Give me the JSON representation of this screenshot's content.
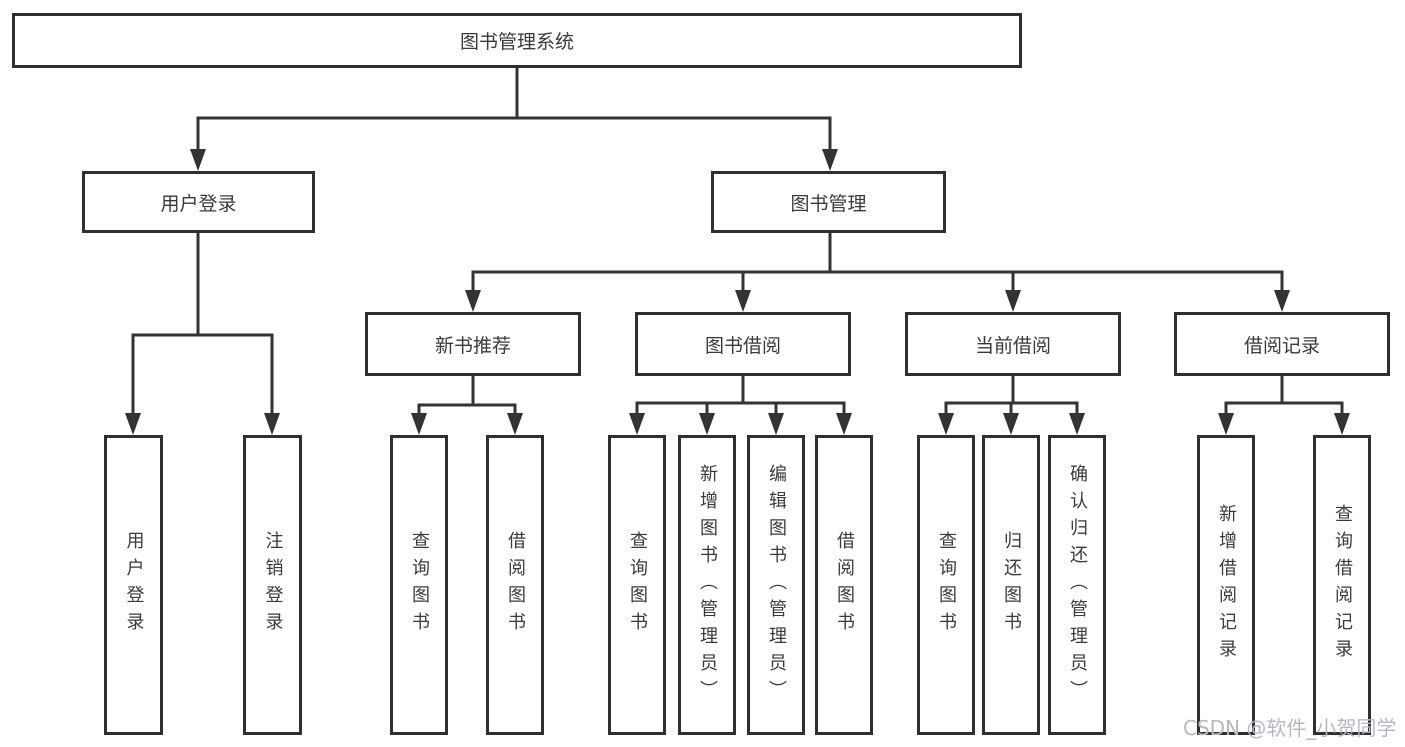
{
  "diagram": {
    "root": {
      "label": "图书管理系统"
    },
    "level2": [
      {
        "label": "用户登录"
      },
      {
        "label": "图书管理"
      }
    ],
    "level3": [
      {
        "label": "新书推荐"
      },
      {
        "label": "图书借阅"
      },
      {
        "label": "当前借阅"
      },
      {
        "label": "借阅记录"
      }
    ],
    "leaves": {
      "user_login": [
        "用户登录",
        "注销登录"
      ],
      "new_book": [
        "查询图书",
        "借阅图书"
      ],
      "book_borrow": [
        "查询图书",
        "新增图书（管理员）",
        "编辑图书（管理员）",
        "借阅图书"
      ],
      "current_borrow": [
        "查询图书",
        "归还图书",
        "确认归还（管理员）"
      ],
      "borrow_records": [
        "新增借阅记录",
        "查询借阅记录"
      ]
    }
  },
  "watermark": {
    "text": "CSDN @软件_小贺同学",
    "color": "#b3b9c2"
  },
  "colors": {
    "line": "#333333",
    "border": "#2f2f2f",
    "text": "#3a3a3a",
    "background": "#ffffff"
  }
}
